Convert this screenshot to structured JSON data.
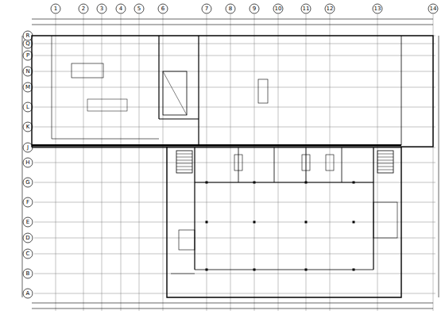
{
  "diagram": {
    "labels": [
      "1",
      "2",
      "3",
      "4",
      "5",
      "6",
      "7",
      "8",
      "9",
      "10",
      "11",
      "12",
      "13",
      "14",
      "A",
      "B",
      "C",
      "D",
      "E",
      "F",
      "G",
      "H",
      "J",
      "K",
      "L",
      "M",
      "N",
      "P",
      "Q",
      "R"
    ]
  }
}
